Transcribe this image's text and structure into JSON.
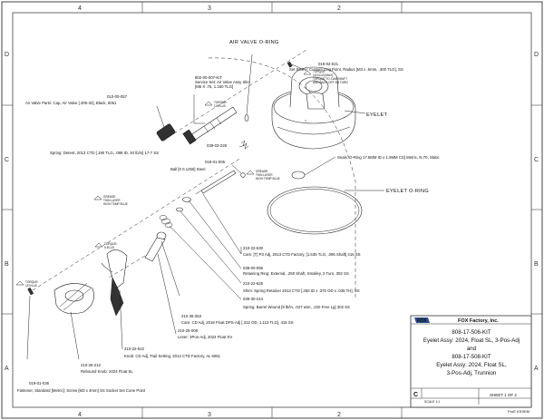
{
  "drawing": {
    "zones_top": [
      "4",
      "3",
      "2"
    ],
    "zones_side": [
      "D",
      "C",
      "B",
      "A"
    ]
  },
  "callouts": {
    "air_valve_oring": "AIR VALVE O-RING",
    "eyelet": "EYELET",
    "eyelet_oring": "EYELET O-RING",
    "kit_number": "802-00-007-KIT",
    "kit_desc_1": "Service Set: Air Valve Assy Slim",
    "kit_desc_2": "[M6 X .75, 1.150 TLG]",
    "air_valve_part": "010-00-057",
    "air_valve_desc": "Air Valve Parts: Cap, Air Valve [.305-32], Black, 6061",
    "set_screw_part": "019-02-021",
    "set_screw_desc": "Set Screw: Custom Dog Point, Radius [M3 x .5mm, .300 TLG], SS",
    "spring_detent_part": "039-03-228",
    "spring_detent_desc": "Spring: Detent, 2013 CTD [.190 TLG, .088 ID, 40 lb/in] 17-7 SS",
    "ball_part": "018-01-006",
    "ball_desc": "Ball [0 0.1250] Steel",
    "seals_desc": "Seals: O-Ring 17.5MM ID x 1.5MM CS] Metric, N-70, Static",
    "cam_part": "210-22-630",
    "cam_desc": "Cam: [T] P3 Adj, 2013 CTD Factory, [1.535 TLG, .096 Shaft] 416 SS",
    "ring_part": "038-00-096",
    "ring_desc": "Retaining Ring: External, .250 Shaft, Smalley, 2 Turn, 302 SS",
    "shim_part": "210-22-625",
    "shim_desc": "Shim: Spring Retainer 2013 CTD [.250 ID x .370 OD x .035 TH], SS",
    "spring_part": "039-30-244",
    "spring_desc": "Spring: Barrel Wound [9 lb/in, .027 wire, .220 Free Lg] 302 SS",
    "cd_cam_part": "210-36-353",
    "cd_cam_desc": "Cam: CD Adj, 2018 Float DPS-Adj [.312 OD, 1.113 TLG], 416 SS",
    "lever_part": "210-26-008",
    "lever_desc": "Lever: 3Pos-Adj, 2024 Float SV",
    "knob_part": "210-22-622",
    "knob_desc": "Knob: CD Adj, Trail Setting, 2013 CTD Factory, AL 6061",
    "rebound_part": "210-26-212",
    "rebound_desc": "Rebound Knob: 2024 Float SL",
    "fastener_part": "019-01-036",
    "fastener_desc": "Fastener, Standard [Metric]: Screw [M3 x 4mm] SS Socket Set Cone Point",
    "torque_1": "TORQUE:",
    "torque_1b": "15 IN-LB [MAX]",
    "torque_2": "TORQUE:",
    "torque_2b": "12 IN-LB",
    "torque_3": "TORQUE:",
    "torque_3b": "5 IN-LB",
    "torque_4": "TORQUE:",
    "torque_4b": "15 IN-LB",
    "grease_1": "GREASE:",
    "grease_1b": "THIN LAYER",
    "grease_1c": "HIGH TEMP BLUE",
    "grease_2": "GREASE:",
    "grease_2b": "THIN LAYER",
    "grease_2c": "HIGH TEMP BLUE",
    "torque_note_a": "TORQUE TO CAM SHAFT",
    "torque_note_b": "AND BACK OFF 3/8 TURN"
  },
  "title_block": {
    "company": "FOX Factory, Inc.",
    "logo": "FOX",
    "line1": "808-17-506-KIT",
    "line2": "Eyelet Assy: 2024, Float SL, 3-Pos-Adj",
    "line3": "and",
    "line4": "808-17-508-KIT",
    "line5": "Eyelet Assy: 2024, Float SL,",
    "line6": "3-Pos-Adj, Trunnion",
    "size": "C",
    "scale": "SCALE 1:1",
    "sheet": "SHEET 1 OF 2",
    "software": "ProE KSSEM"
  }
}
